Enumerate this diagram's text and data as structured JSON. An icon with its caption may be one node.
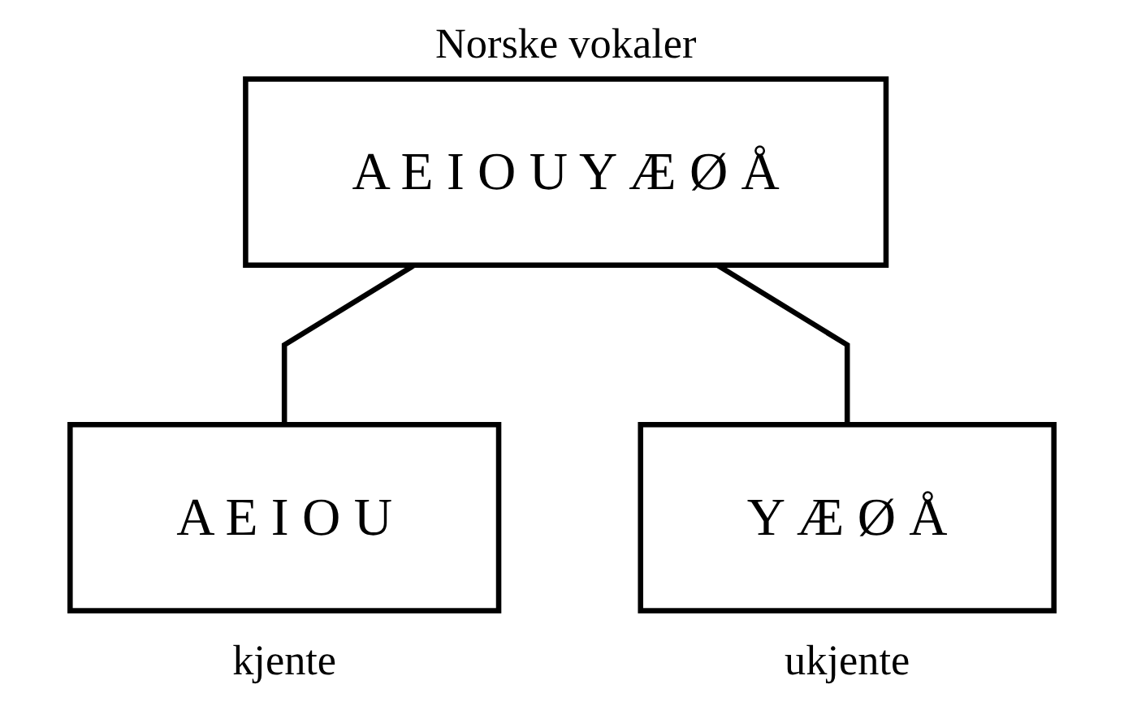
{
  "diagram": {
    "nodes": [
      {
        "text": [
          "Norske vokaler",
          "A E I O U Y Æ Ø Å"
        ]
      },
      {
        "text": [
          "A E I O U"
        ],
        "beside": [
          "kjente"
        ]
      },
      {
        "text": [
          "Y Æ Ø Å"
        ],
        "beside": [
          "ukjente"
        ]
      }
    ],
    "edges": [
      {
        "from": 0,
        "to": 1,
        "arrow": "none"
      },
      {
        "from": 0,
        "to": 2,
        "arrow": "none"
      }
    ]
  }
}
